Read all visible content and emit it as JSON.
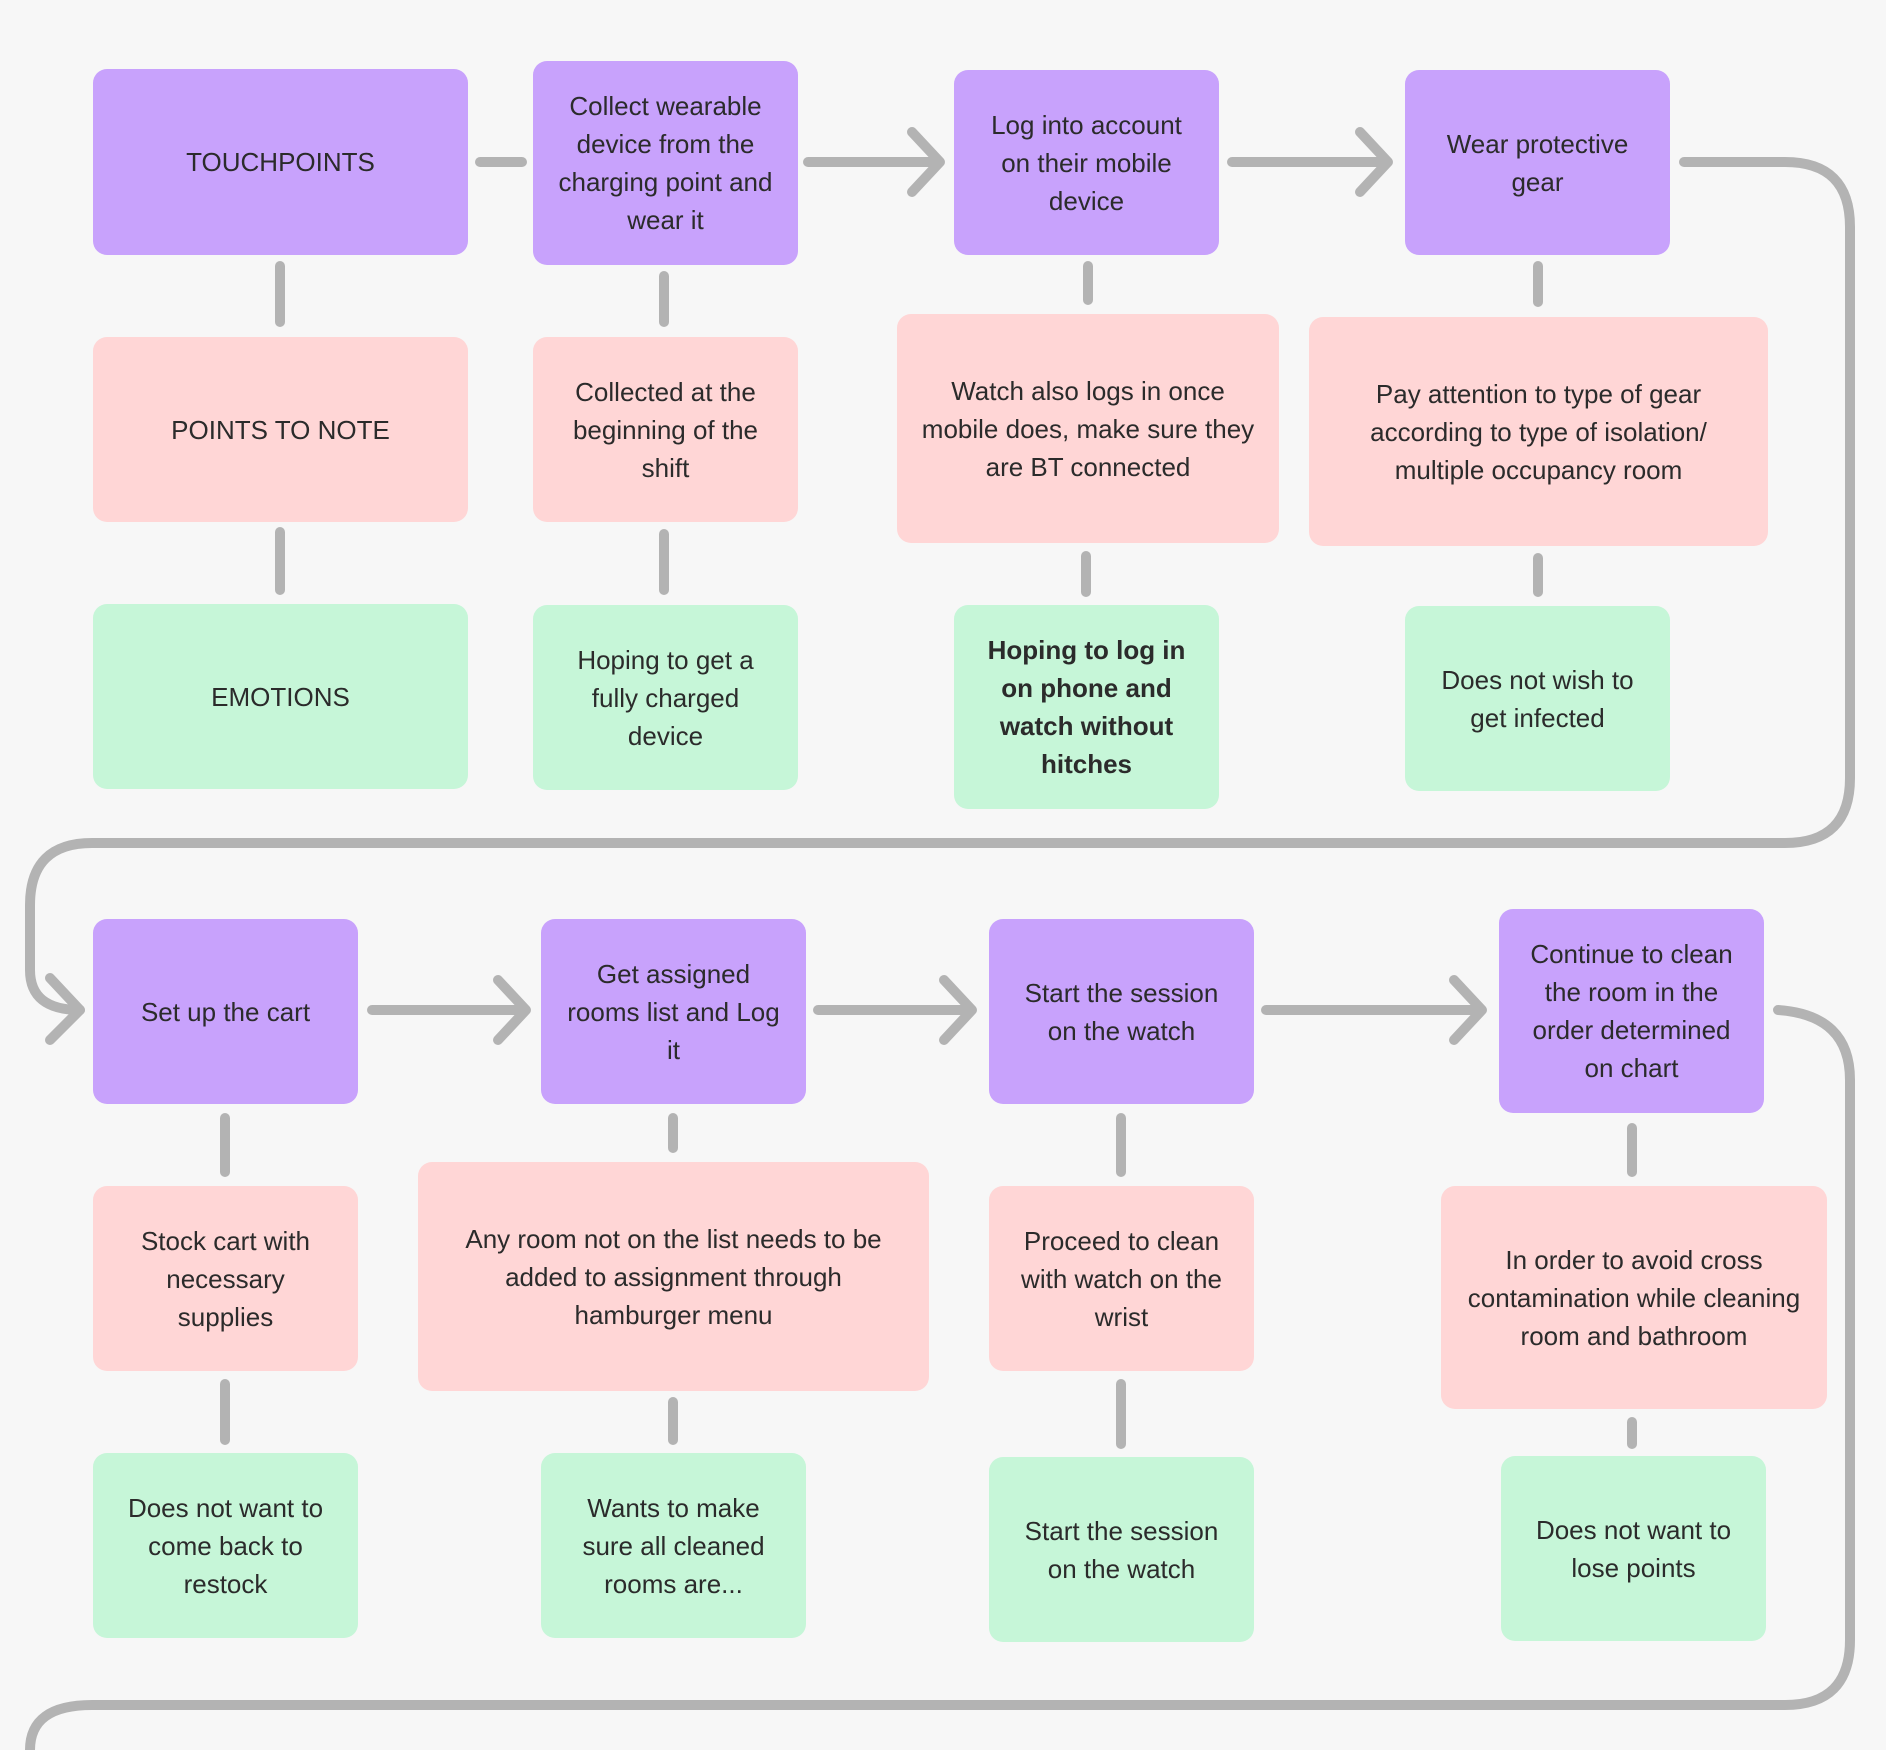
{
  "colors": {
    "touchpoint": "#c8a2fc",
    "point_to_note": "#ffd6d6",
    "emotion": "#c6f6d8",
    "connector": "#b3b3b3"
  },
  "row_labels": {
    "touchpoints": "TOUCHPOINTS",
    "points_to_note": "POINTS TO NOTE",
    "emotions": "EMOTIONS"
  },
  "steps": [
    {
      "touchpoint": "Collect wearable device from the charging point and wear it",
      "point": "Collected at the beginning of the shift",
      "emotion": "Hoping to get a fully charged device"
    },
    {
      "touchpoint": "Log into account on their mobile device",
      "point": "Watch also logs in once mobile does, make sure they are BT connected",
      "emotion": "Hoping to log in on phone and watch without hitches"
    },
    {
      "touchpoint": "Wear protective gear",
      "point": "Pay attention to type of gear according to type of isolation/ multiple occupancy room",
      "emotion": "Does not wish to get infected"
    },
    {
      "touchpoint": "Set up the cart",
      "point": "Stock cart with necessary supplies",
      "emotion": "Does not want to come back to restock"
    },
    {
      "touchpoint": "Get assigned rooms list and Log it",
      "point": "Any room not on the list needs to be added to assignment through hamburger menu",
      "emotion": "Wants to make sure all cleaned rooms are..."
    },
    {
      "touchpoint": "Start the session on the watch",
      "point": "Proceed to clean with watch on the wrist",
      "emotion": "Start the session on the watch"
    },
    {
      "touchpoint": "Continue to clean the room in the order determined on chart",
      "point": "In order to avoid cross contamination while cleaning room and bathroom",
      "emotion": "Does not want to lose points"
    }
  ]
}
